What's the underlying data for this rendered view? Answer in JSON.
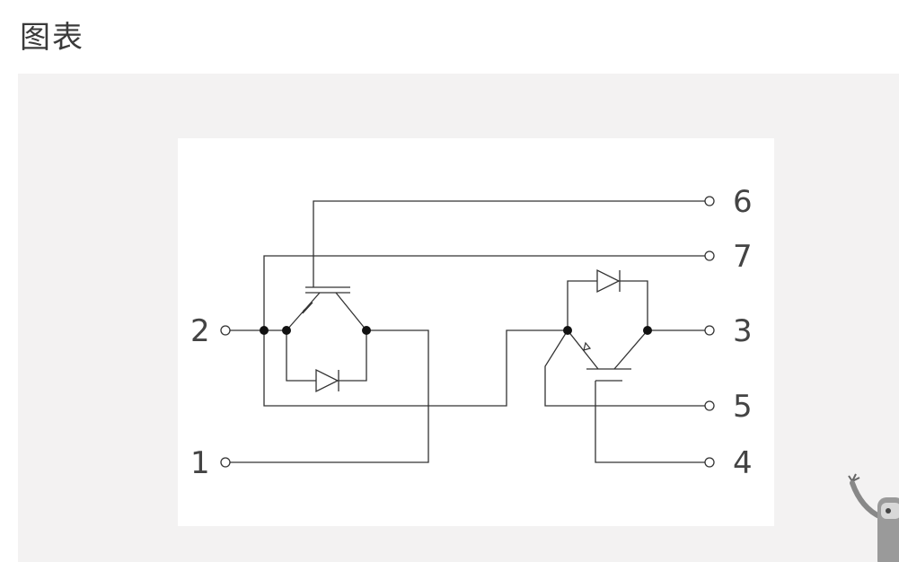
{
  "page": {
    "title": "图表"
  },
  "diagram": {
    "pins": [
      {
        "id": "pin-6",
        "label": "6"
      },
      {
        "id": "pin-7",
        "label": "7"
      },
      {
        "id": "pin-2",
        "label": "2"
      },
      {
        "id": "pin-3",
        "label": "3"
      },
      {
        "id": "pin-5",
        "label": "5"
      },
      {
        "id": "pin-1",
        "label": "1"
      },
      {
        "id": "pin-4",
        "label": "4"
      }
    ]
  },
  "colors": {
    "panel_bg": "#f3f2f2",
    "line": "#333333"
  },
  "icons": {
    "mascot": "robot-mascot-icon"
  }
}
